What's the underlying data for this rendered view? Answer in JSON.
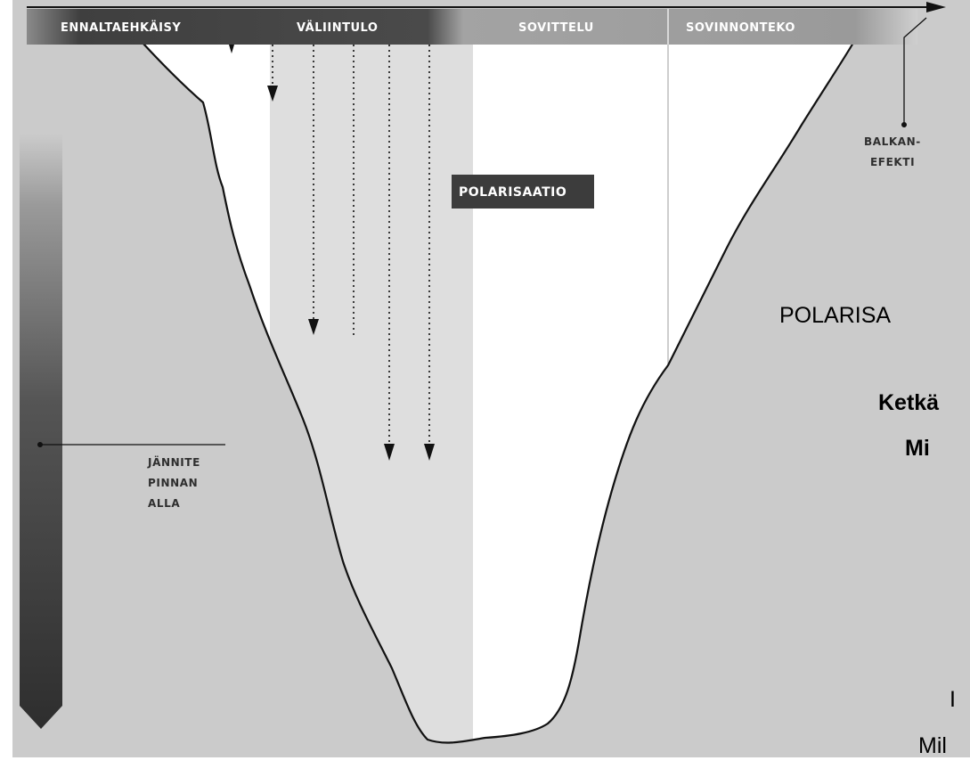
{
  "header": {
    "phases": [
      "ENNALTAEHKÄISY",
      "VÄLIINTULO",
      "SOVITTELU",
      "SOVINNONTEKO"
    ]
  },
  "labels": {
    "polarisaatio_box": "POLARISAATIO",
    "balkan_line1": "BALKAN-",
    "balkan_line2": "EFEKTI",
    "jannite_line1": "JÄNNITE",
    "jannite_line2": "PINNAN",
    "jannite_line3": "ALLA"
  },
  "side_text": {
    "line1": "POLARISA",
    "line2": "Ketkä",
    "line3": "Mi",
    "line4": "I",
    "line5": "Mil"
  },
  "colors": {
    "background_gray": "#cbcbcb",
    "valley_white": "#ffffff",
    "intervention_band": "#dedede",
    "header_dark": "#4f4f4f",
    "header_light": "#9c9c9c"
  }
}
